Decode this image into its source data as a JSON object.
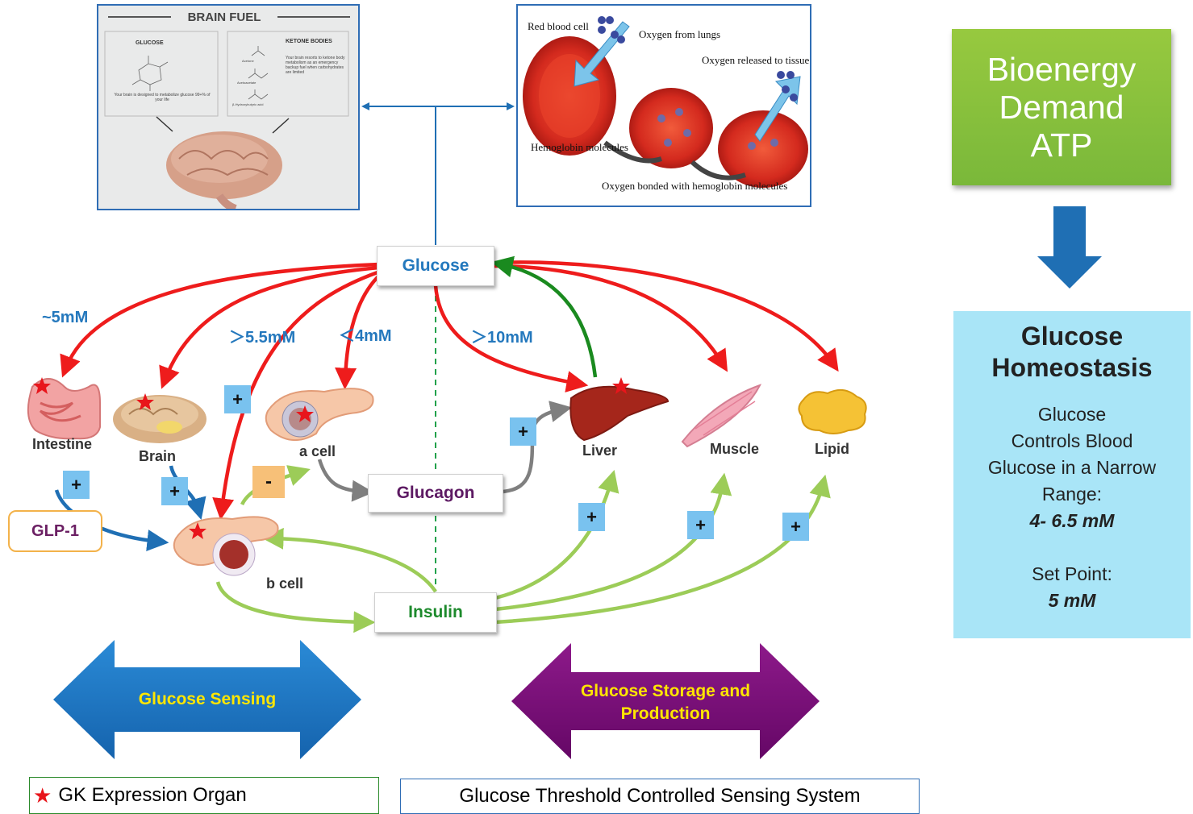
{
  "brain_fuel": {
    "title": "BRAIN FUEL",
    "glucose_header": "GLUCOSE",
    "ketone_header": "KETONE BODIES",
    "glucose_note": "Your brain is designed to metabolize glucose 99+% of your life",
    "ketone_note": "Your brain resorts to ketone body metabolism as an emergency backup fuel when carbohydrates are limited",
    "ketone_items": [
      "Acetone",
      "Acetoacetate",
      "β-Hydroxybutyric acid"
    ]
  },
  "rbc": {
    "rbc_label": "Red blood cell",
    "oxygen_lungs": "Oxygen from lungs",
    "oxygen_released": "Oxygen released to tissue cells",
    "hemoglobin": "Hemoglobin molecules",
    "oxygen_bonded": "Oxygen bonded with hemoglobin molecules"
  },
  "nodes": {
    "glucose": "Glucose",
    "glucagon": "Glucagon",
    "insulin": "Insulin",
    "glp1": "GLP-1"
  },
  "thresholds": {
    "t5": "~5mM",
    "t55": "＞5.5mM",
    "t4": "＜4mM",
    "t10": "＞10mM"
  },
  "organs": {
    "intestine": "Intestine",
    "brain": "Brain",
    "a_cell": "a cell",
    "b_cell": "b cell",
    "liver": "Liver",
    "muscle": "Muscle",
    "lipid": "Lipid"
  },
  "signs": {
    "plus": "+",
    "minus": "-"
  },
  "bioenergy": {
    "line1": "Bioenergy",
    "line2": "Demand",
    "line3": "ATP"
  },
  "homeostasis": {
    "title_line1": "Glucose",
    "title_line2": "Homeostasis",
    "body_line1": "Glucose",
    "body_line2": "Controls Blood",
    "body_line3": "Glucose in a Narrow",
    "body_line4": "Range:",
    "range_value": "4- 6.5 mM",
    "setpoint_label": "Set Point:",
    "setpoint_value": "5 mM"
  },
  "arrows": {
    "sensing": "Glucose Sensing",
    "storage_line1": "Glucose  Storage and",
    "storage_line2": "Production"
  },
  "legend": {
    "gk": "GK Expression Organ",
    "system": "Glucose Threshold Controlled Sensing System"
  },
  "colors": {
    "red_arrow": "#ee1c1c",
    "green_arrow": "#1a8a1f",
    "lightgreen_arrow": "#9ccc58",
    "blue_arrow": "#1f6fb4",
    "grey_arrow": "#7f7f7f",
    "sensing_arrow": "#1d74c6",
    "storage_arrow": "#7a0a78",
    "bio_box": "#8dc63f",
    "homeo_box": "#a9e5f7"
  }
}
